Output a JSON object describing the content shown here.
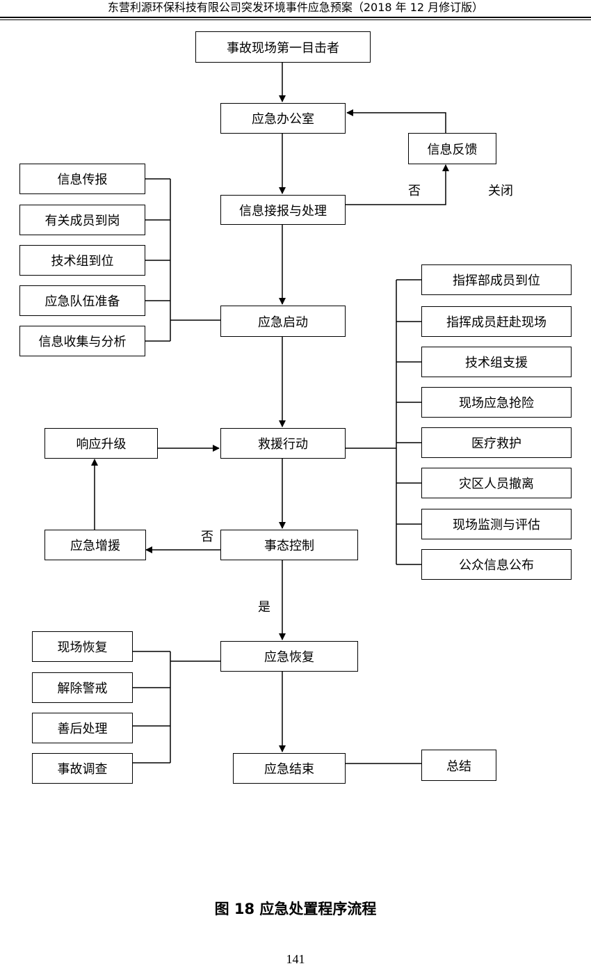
{
  "header": {
    "title": "东营利源环保科技有限公司突发环境事件应急预案（2018 年 12 月修订版）"
  },
  "flow": {
    "witness": "事故现场第一目击者",
    "office": "应急办公室",
    "feedback": "信息反馈",
    "receive": "信息接报与处理",
    "no_label_1": "否",
    "close_label": "关闭",
    "start": "应急启动",
    "rescue": "救援行动",
    "upgrade": "响应升级",
    "reinforce": "应急增援",
    "control": "事态控制",
    "no_label_2": "否",
    "yes_label": "是",
    "recovery": "应急恢复",
    "end": "应急结束",
    "summary": "总结"
  },
  "start_items": [
    "信息传报",
    "有关成员到岗",
    "技术组到位",
    "应急队伍准备",
    "信息收集与分析"
  ],
  "rescue_items": [
    "指挥部成员到位",
    "指挥成员赶赴现场",
    "技术组支援",
    "现场应急抢险",
    "医疗救护",
    "灾区人员撤离",
    "现场监测与评估",
    "公众信息公布"
  ],
  "recovery_items": [
    "现场恢复",
    "解除警戒",
    "善后处理",
    "事故调查"
  ],
  "caption": "图 18  应急处置程序流程",
  "page_number": "141"
}
